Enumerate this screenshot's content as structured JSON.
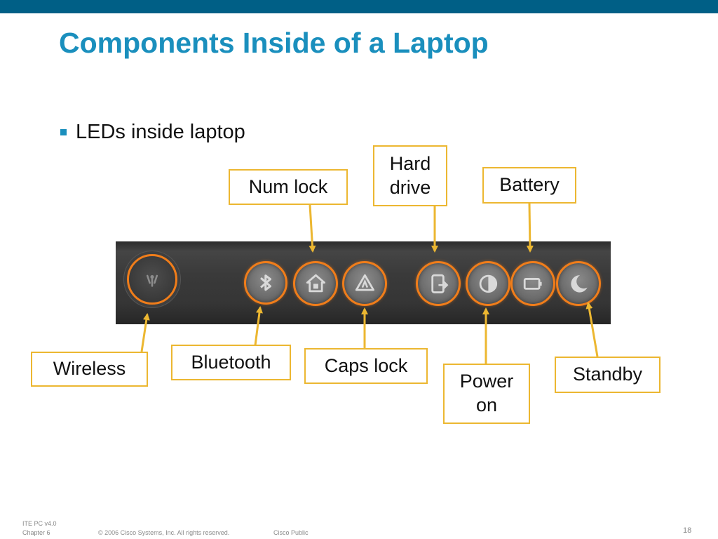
{
  "slide": {
    "title": "Components Inside of a Laptop",
    "bullet": "LEDs inside laptop",
    "accent_color": "#1a8fbd",
    "header_bar_color": "#005f86",
    "label_border_color": "#ecb731",
    "led_color": "#f07d1a"
  },
  "labels": {
    "num_lock": "Num lock",
    "hard_drive_line1": "Hard",
    "hard_drive_line2": "drive",
    "battery": "Battery",
    "wireless": "Wireless",
    "bluetooth": "Bluetooth",
    "caps_lock": "Caps lock",
    "power_on_line1": "Power",
    "power_on_line2": "on",
    "standby": "Standby"
  },
  "leds": [
    {
      "name": "wireless",
      "icon": "antenna-icon"
    },
    {
      "name": "bluetooth",
      "icon": "bluetooth-icon"
    },
    {
      "name": "num-lock",
      "icon": "num-lock-icon"
    },
    {
      "name": "caps-lock",
      "icon": "caps-lock-icon"
    },
    {
      "name": "hard-drive",
      "icon": "hard-drive-icon"
    },
    {
      "name": "power-on",
      "icon": "power-icon"
    },
    {
      "name": "battery",
      "icon": "battery-icon"
    },
    {
      "name": "standby",
      "icon": "moon-icon"
    }
  ],
  "footer": {
    "course": "ITE PC v4.0",
    "chapter": "Chapter 6",
    "copyright": "© 2006 Cisco Systems, Inc. All rights reserved.",
    "classification": "Cisco Public",
    "page_number": "18"
  }
}
